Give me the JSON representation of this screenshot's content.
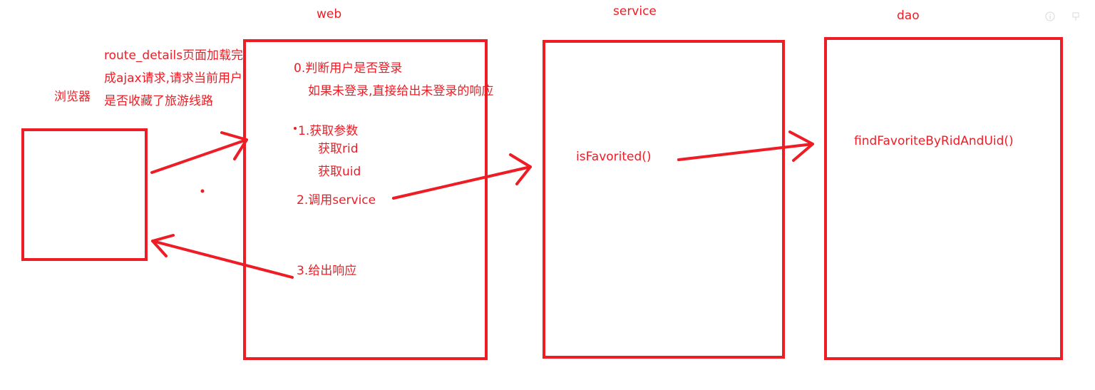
{
  "colors": {
    "ink": "#ee1c24",
    "faint_icon": "#d8d8d8"
  },
  "columns": {
    "web": "web",
    "service": "service",
    "dao": "dao"
  },
  "browser": {
    "label": "浏览器"
  },
  "request_note": {
    "line1": "route_details页面加载完",
    "line2": "成ajax请求,请求当前用户",
    "line3": "是否收藏了旅游线路"
  },
  "web_steps": {
    "step0": "0.判断用户是否登录",
    "step0_detail": "如果未登录,直接给出未登录的响应",
    "step1": "1.获取参数",
    "step1_rid": "获取rid",
    "step1_uid": "获取uid",
    "step2": "2.调用service",
    "step3": "3.给出响应"
  },
  "service_method": "isFavorited()",
  "dao_method": "findFavoriteByRidAndUid()",
  "top_icons": [
    "info-icon",
    "pin-icon"
  ]
}
